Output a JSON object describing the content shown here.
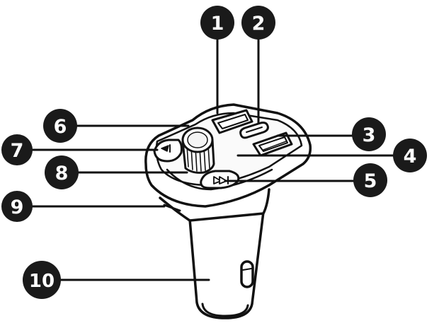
{
  "diagram": {
    "callouts": [
      {
        "id": "c1",
        "label": "1"
      },
      {
        "id": "c2",
        "label": "2"
      },
      {
        "id": "c3",
        "label": "3"
      },
      {
        "id": "c4",
        "label": "4"
      },
      {
        "id": "c5",
        "label": "5"
      },
      {
        "id": "c6",
        "label": "6"
      },
      {
        "id": "c7",
        "label": "7"
      },
      {
        "id": "c8",
        "label": "8"
      },
      {
        "id": "c9",
        "label": "9"
      },
      {
        "id": "c10",
        "label": "10"
      }
    ],
    "colors": {
      "line": "#111111",
      "badge": "#1a1a1a",
      "badge_text": "#ffffff",
      "body_fill": "#ffffff",
      "shade": "#f2f2f2"
    }
  }
}
